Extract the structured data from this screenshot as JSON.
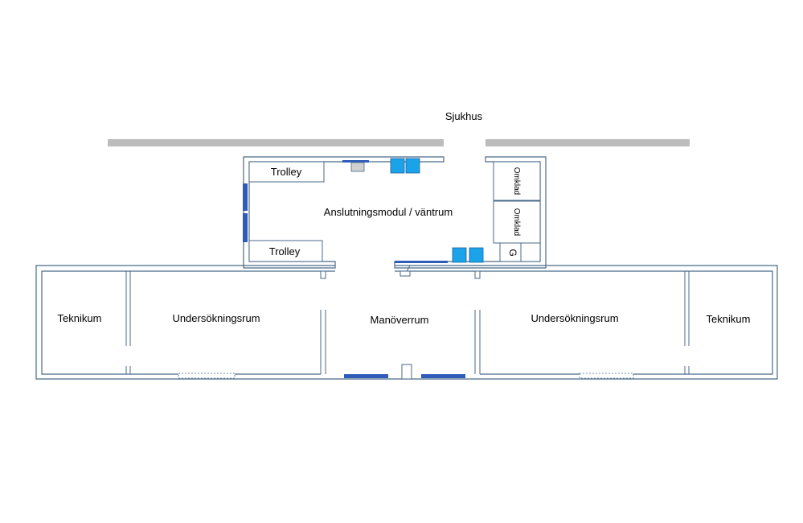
{
  "labels": {
    "top": "Sjukhus",
    "waiting": "Anslutningsmodul / väntrum",
    "trolley_top": "Trolley",
    "trolley_bottom": "Trolley",
    "changing_1": "Omklad",
    "changing_2": "Omklad",
    "g_mark": "G",
    "tech_left": "Teknikum",
    "exam_left": "Undersökningsrum",
    "maneuver": "Manöverrum",
    "exam_right": "Undersökningsrum",
    "tech_right": "Teknikum"
  },
  "colors": {
    "wall": "#4a6a8a",
    "hospital_wall": "#bcbcbc",
    "door_dark": "#2e5cb8",
    "chair": "#1aa3e8"
  }
}
